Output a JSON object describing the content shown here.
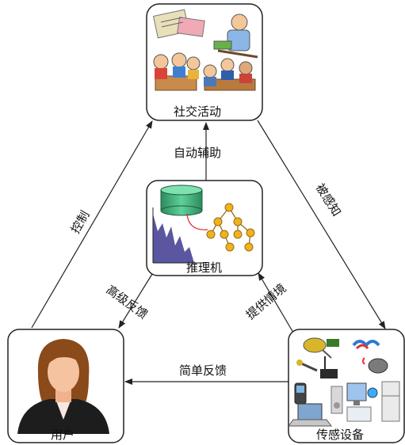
{
  "nodes": {
    "social": {
      "label": "社交活动"
    },
    "inference": {
      "label": "推理机"
    },
    "user": {
      "label": "用户"
    },
    "sensor": {
      "label": "传感设备"
    }
  },
  "edges": {
    "auto_assist": "自动辅助",
    "control": "控制",
    "perceived": "被感知",
    "high_feedback": "高级反馈",
    "provide_context": "提供情境",
    "simple_feedback": "简单反馈"
  }
}
